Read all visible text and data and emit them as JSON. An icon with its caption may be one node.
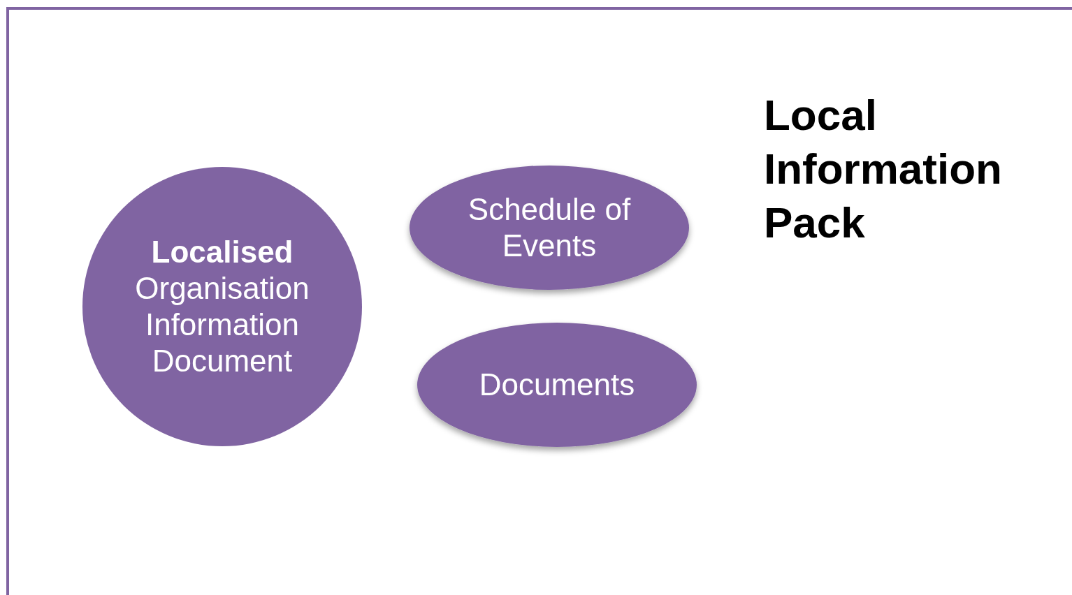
{
  "diagram": {
    "title": "Local Information Pack",
    "nodes": [
      {
        "text": [
          "**Localised** Organisation Information Document"
        ]
      },
      {
        "text": [
          "Schedule of Events"
        ]
      },
      {
        "text": [
          "Documents"
        ]
      }
    ]
  }
}
